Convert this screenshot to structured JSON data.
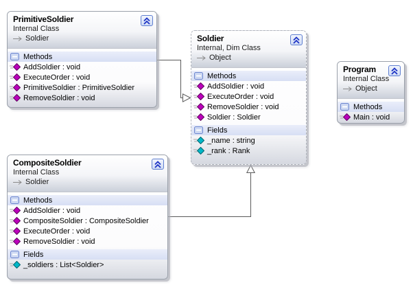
{
  "diagram": {
    "classes": [
      {
        "title": "PrimitiveSoldier",
        "modifier": "Internal Class",
        "base": "Soldier",
        "sections": [
          {
            "label": "Methods",
            "members": [
              {
                "kind": "method",
                "text": "AddSoldier : void"
              },
              {
                "kind": "method",
                "text": "ExecuteOrder : void"
              },
              {
                "kind": "method",
                "text": "PrimitiveSoldier : PrimitiveSoldier"
              },
              {
                "kind": "method",
                "text": "RemoveSoldier : void"
              }
            ]
          }
        ]
      },
      {
        "title": "Soldier",
        "modifier": "Internal, Dim Class",
        "base": "Object",
        "sections": [
          {
            "label": "Methods",
            "members": [
              {
                "kind": "method",
                "text": "AddSoldier : void"
              },
              {
                "kind": "method",
                "text": "ExecuteOrder : void"
              },
              {
                "kind": "method",
                "text": "RemoveSoldier : void"
              },
              {
                "kind": "method",
                "text": "Soldier : Soldier"
              }
            ]
          },
          {
            "label": "Fields",
            "members": [
              {
                "kind": "field",
                "text": "_name : string"
              },
              {
                "kind": "field",
                "text": "_rank : Rank"
              }
            ]
          }
        ]
      },
      {
        "title": "Program",
        "modifier": "Internal Class",
        "base": "Object",
        "sections": [
          {
            "label": "Methods",
            "members": [
              {
                "kind": "method",
                "text": "Main : void"
              }
            ]
          }
        ]
      },
      {
        "title": "CompositeSoldier",
        "modifier": "Internal Class",
        "base": "Soldier",
        "sections": [
          {
            "label": "Methods",
            "members": [
              {
                "kind": "method",
                "text": "AddSoldier : void"
              },
              {
                "kind": "method",
                "text": "CompositeSoldier : CompositeSoldier"
              },
              {
                "kind": "method",
                "text": "ExecuteOrder : void"
              },
              {
                "kind": "method",
                "text": "RemoveSoldier : void"
              }
            ]
          },
          {
            "label": "Fields",
            "members": [
              {
                "kind": "field",
                "text": "_soldiers : List<Soldier>"
              }
            ]
          }
        ]
      }
    ],
    "relationships": [
      {
        "from": "PrimitiveSoldier",
        "to": "Soldier",
        "type": "inheritance"
      },
      {
        "from": "CompositeSoldier",
        "to": "Soldier",
        "type": "inheritance"
      }
    ],
    "colors": {
      "method_icon": "#bb00bb",
      "field_icon": "#00b8c8",
      "section_header_bg": "#dce3f5",
      "chevron_blue": "#1d33c4",
      "connector": "#595959",
      "box_border": "#9aa0aa"
    }
  }
}
